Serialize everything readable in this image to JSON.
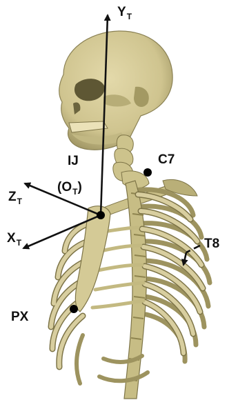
{
  "colors": {
    "bone": "#d9cfa0",
    "bone_shadow": "#a99f6c",
    "bone_dark": "#7d7447",
    "axis": "#111111",
    "marker": "#000000",
    "background": "#ffffff"
  },
  "labels": {
    "yt": {
      "main": "Y",
      "sub": "T"
    },
    "zt": {
      "main": "Z",
      "sub": "T"
    },
    "xt": {
      "main": "X",
      "sub": "T"
    },
    "ot": {
      "open": "(O",
      "sub": "T",
      "close": ")"
    },
    "ij": "IJ",
    "c7": "C7",
    "t8": "T8",
    "px": "PX"
  },
  "icons": [
    "coordinate-axes",
    "anatomical-landmark-markers",
    "skeleton-illustration"
  ]
}
